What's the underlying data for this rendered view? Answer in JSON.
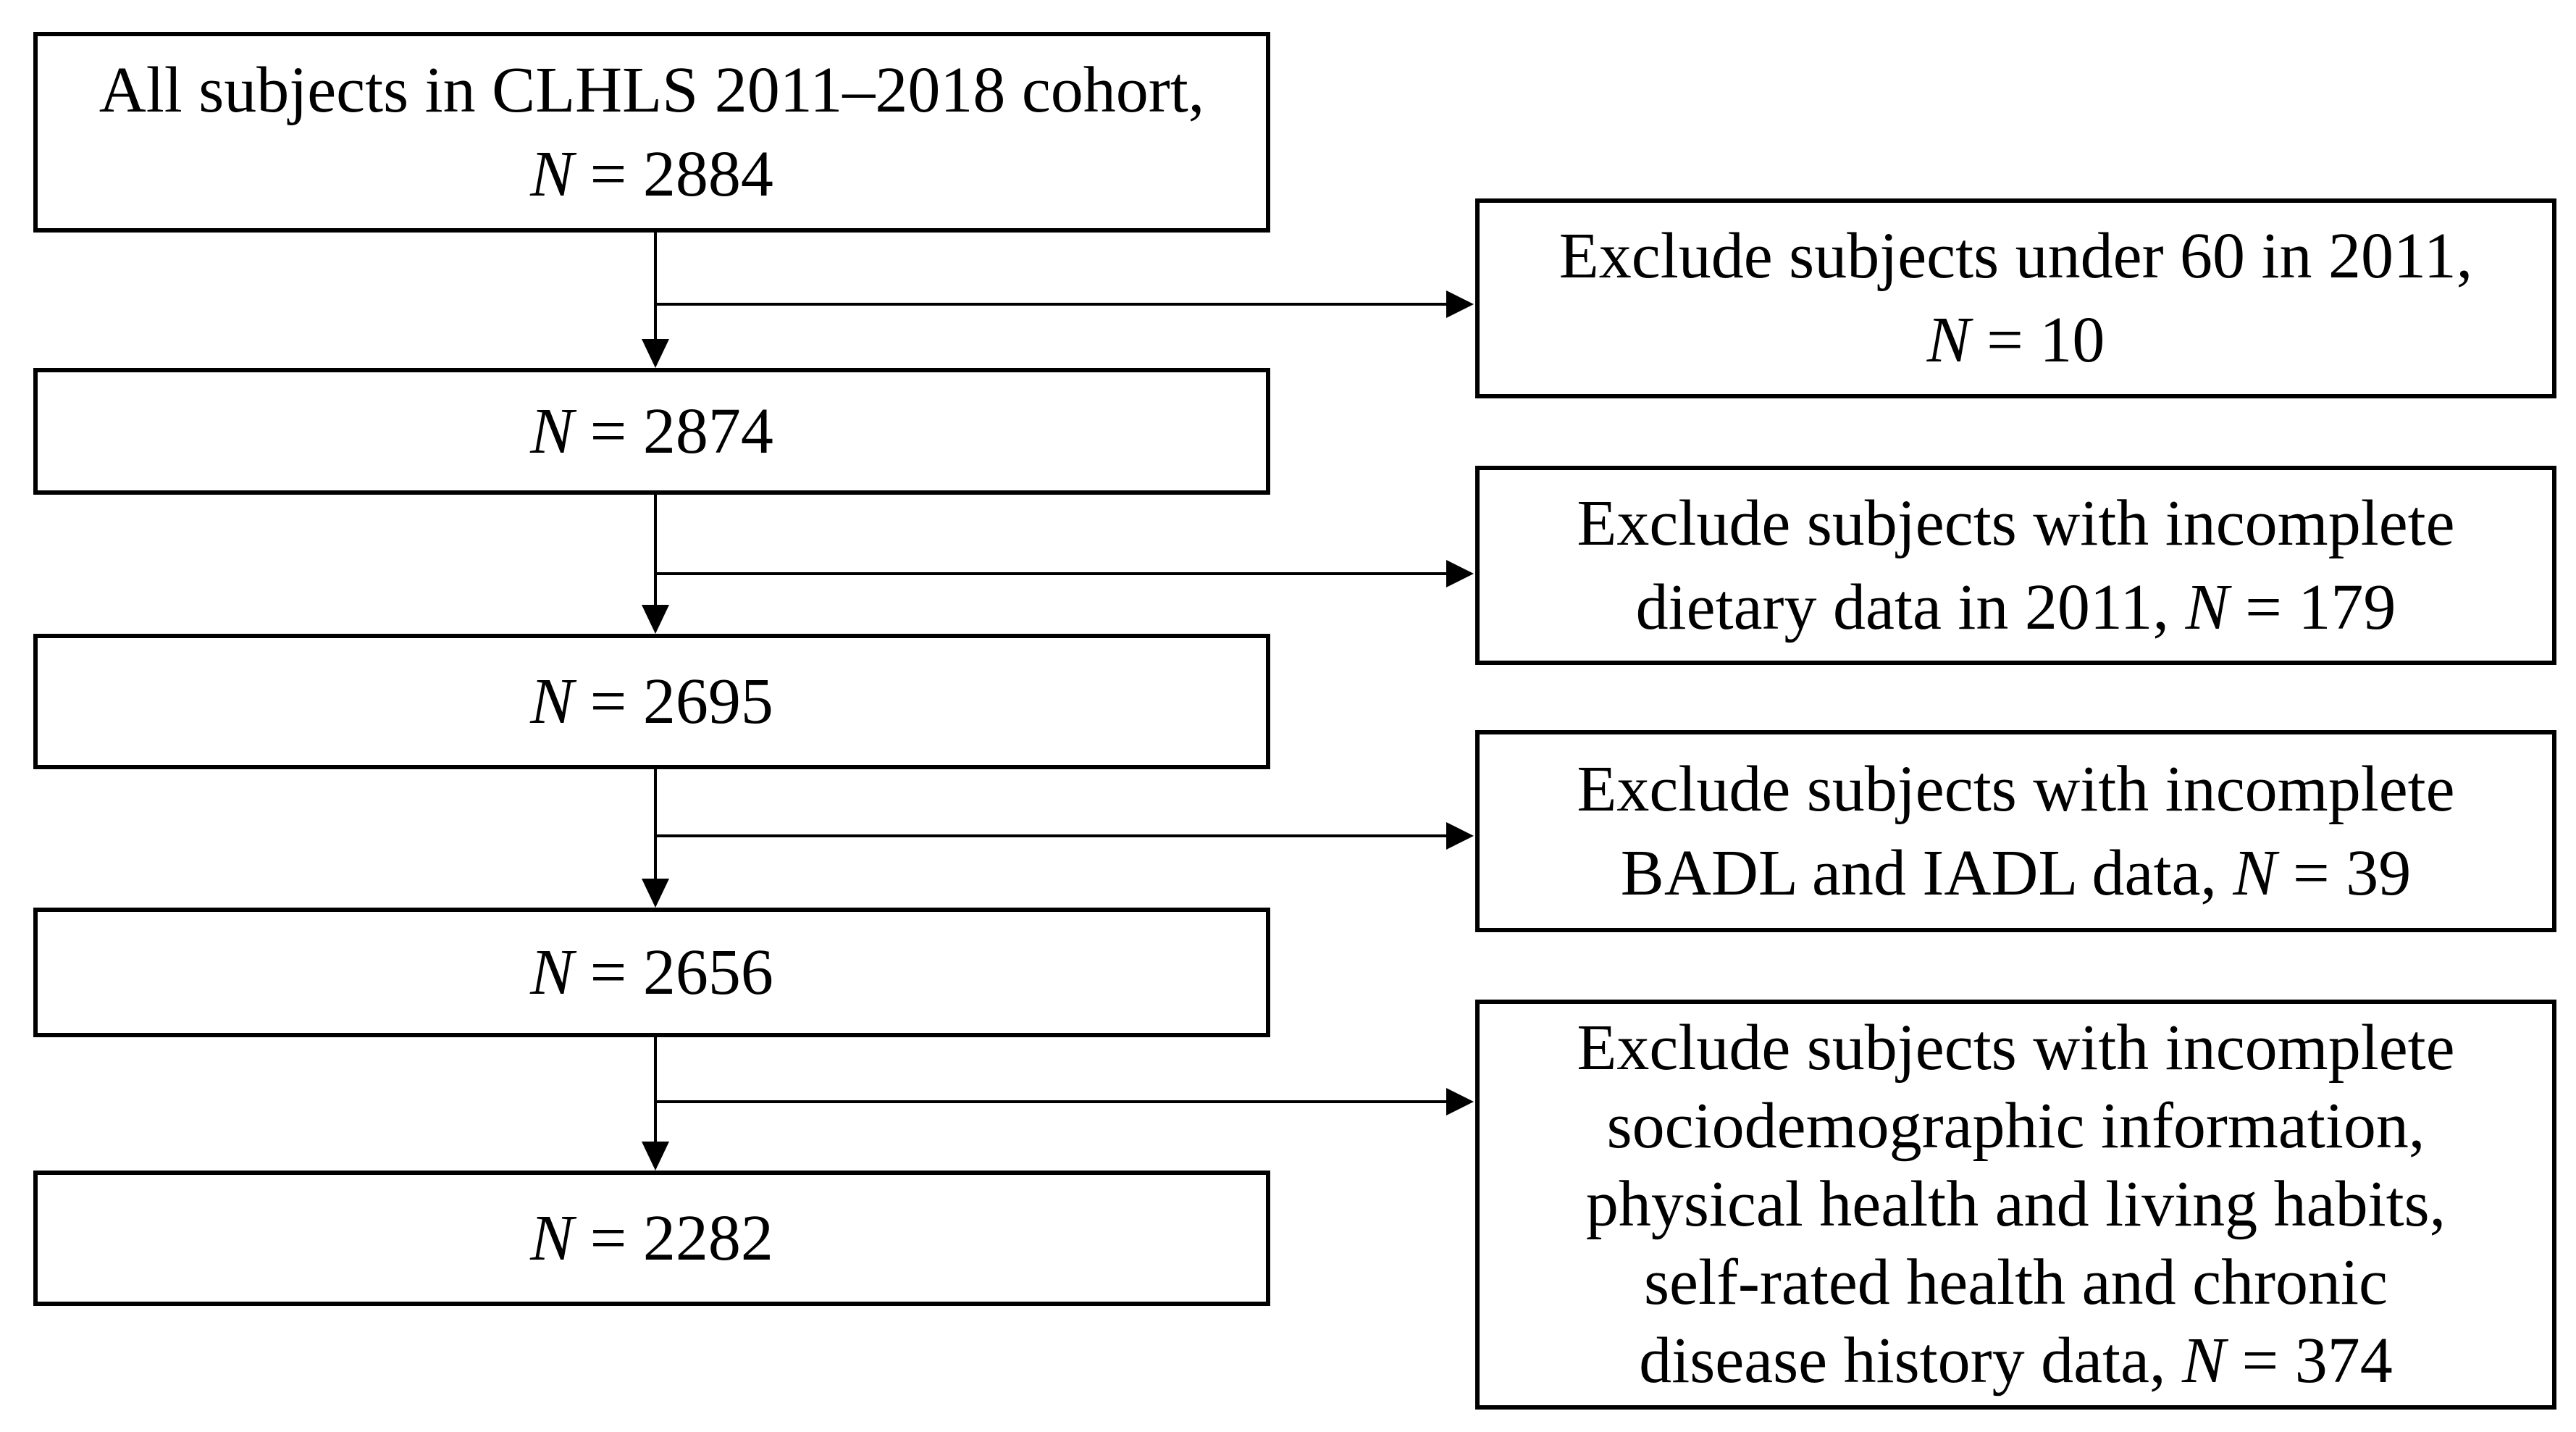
{
  "colors": {
    "background": "#ffffff",
    "box_fill": "#ffffff",
    "box_border": "#000000",
    "line": "#000000",
    "text": "#000000"
  },
  "boxes": {
    "cohort": {
      "line1": {
        "pre": "All subjects in CLHLS 2011–2018 cohort,"
      },
      "line2": {
        "n": "N",
        "post": " = 2884"
      }
    },
    "step2": {
      "line1": {
        "n": "N",
        "post": " = 2874"
      }
    },
    "step3": {
      "line1": {
        "n": "N",
        "post": " = 2695"
      }
    },
    "step4": {
      "line1": {
        "n": "N",
        "post": " = 2656"
      }
    },
    "step5": {
      "line1": {
        "n": "N",
        "post": " = 2282"
      }
    },
    "exclude1": {
      "line1": {
        "pre": "Exclude subjects under 60 in 2011,"
      },
      "line2": {
        "n": "N",
        "post": " = 10"
      }
    },
    "exclude2": {
      "line1": {
        "pre": "Exclude subjects with incomplete"
      },
      "line2": {
        "pre": "dietary data in 2011, ",
        "n": "N",
        "post": " = 179"
      }
    },
    "exclude3": {
      "line1": {
        "pre": "Exclude subjects with incomplete"
      },
      "line2": {
        "pre": "BADL and IADL data, ",
        "n": "N",
        "post": " = 39"
      }
    },
    "exclude4": {
      "line1": {
        "pre": "Exclude subjects with incomplete"
      },
      "line2": {
        "pre": "sociodemographic information,"
      },
      "line3": {
        "pre": "physical health and living habits,"
      },
      "line4": {
        "pre": "self-rated health and chronic"
      },
      "line5": {
        "pre": "disease history data, ",
        "n": "N",
        "post": " = 374"
      }
    }
  }
}
